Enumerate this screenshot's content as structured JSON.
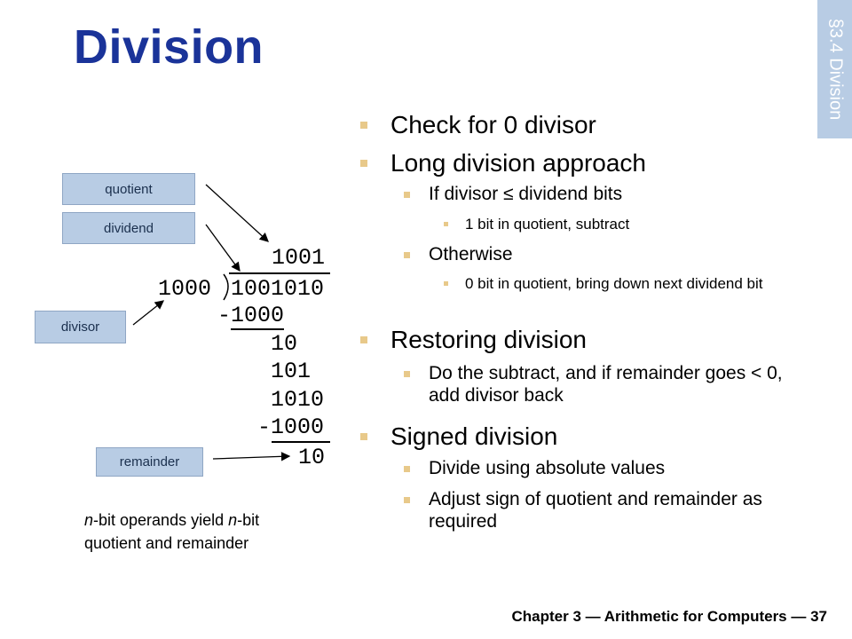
{
  "title": "Division",
  "section_tab": "§3.4 Division",
  "bullets": [
    {
      "level": 1,
      "text": "Check for 0 divisor"
    },
    {
      "level": 1,
      "text": "Long division approach"
    },
    {
      "level": 2,
      "text": "If divisor ≤ dividend bits"
    },
    {
      "level": 3,
      "text": "1 bit in quotient, subtract"
    },
    {
      "level": 2,
      "text": "Otherwise"
    },
    {
      "level": 3,
      "text": "0 bit in quotient, bring down next dividend bit"
    },
    {
      "level": 1,
      "text": "Restoring division"
    },
    {
      "level": 2,
      "text": "Do the subtract, and if remainder goes < 0, add divisor back"
    },
    {
      "level": 1,
      "text": "Signed division"
    },
    {
      "level": 2,
      "text": "Divide using absolute values"
    },
    {
      "level": 2,
      "text": "Adjust sign of quotient and remainder as required"
    }
  ],
  "labels": {
    "quotient": "quotient",
    "dividend": "dividend",
    "divisor": "divisor",
    "remainder": "remainder"
  },
  "long_division": {
    "quotient": "1001",
    "divisor": "1000",
    "dividend": "1001010",
    "step1_sub": "-1000",
    "step1_rem": "10",
    "step2": "101",
    "step3": "1010",
    "step3_sub": "-1000",
    "final_remainder": "10"
  },
  "note": {
    "line1_italic": "n",
    "line1_mid": "-bit operands yield ",
    "line1_italic2": "n",
    "line1_end": "-bit",
    "line2": "quotient and remainder"
  },
  "footer": "Chapter 3 — Arithmetic for Computers — 37",
  "colors": {
    "title": "#1a3399",
    "label_fill": "#b8cce4",
    "bullet_marker": "#e8c98a"
  }
}
